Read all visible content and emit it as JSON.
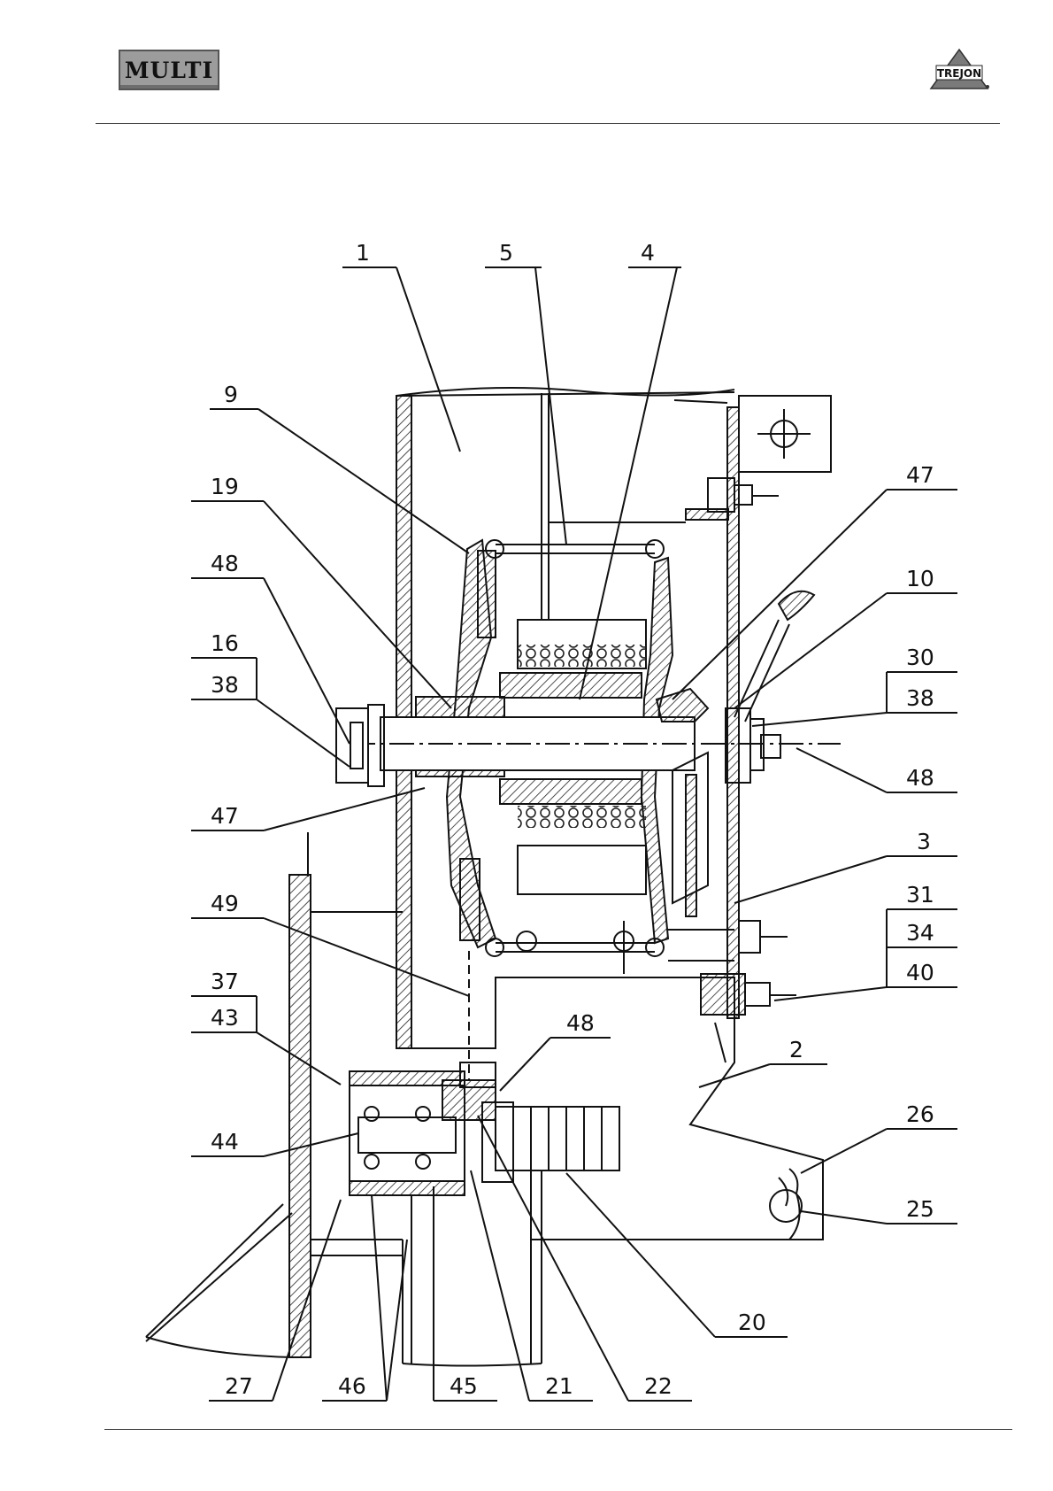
{
  "header": {
    "brand_left": "MULTI",
    "brand_right": "TREJON"
  },
  "callouts": [
    {
      "id": "c1",
      "label": "1"
    },
    {
      "id": "c5",
      "label": "5"
    },
    {
      "id": "c4",
      "label": "4"
    },
    {
      "id": "c9",
      "label": "9"
    },
    {
      "id": "c19",
      "label": "19"
    },
    {
      "id": "c48a",
      "label": "48"
    },
    {
      "id": "c16",
      "label": "16"
    },
    {
      "id": "c38a",
      "label": "38"
    },
    {
      "id": "c47a",
      "label": "47"
    },
    {
      "id": "c49",
      "label": "49"
    },
    {
      "id": "c37",
      "label": "37"
    },
    {
      "id": "c43",
      "label": "43"
    },
    {
      "id": "c44",
      "label": "44"
    },
    {
      "id": "c47b",
      "label": "47"
    },
    {
      "id": "c10",
      "label": "10"
    },
    {
      "id": "c30",
      "label": "30"
    },
    {
      "id": "c38b",
      "label": "38"
    },
    {
      "id": "c48b",
      "label": "48"
    },
    {
      "id": "c3",
      "label": "3"
    },
    {
      "id": "c31",
      "label": "31"
    },
    {
      "id": "c34",
      "label": "34"
    },
    {
      "id": "c40",
      "label": "40"
    },
    {
      "id": "c48c",
      "label": "48"
    },
    {
      "id": "c2",
      "label": "2"
    },
    {
      "id": "c26",
      "label": "26"
    },
    {
      "id": "c25",
      "label": "25"
    },
    {
      "id": "c20",
      "label": "20"
    },
    {
      "id": "c27",
      "label": "27"
    },
    {
      "id": "c46",
      "label": "46"
    },
    {
      "id": "c45",
      "label": "45"
    },
    {
      "id": "c21",
      "label": "21"
    },
    {
      "id": "c22",
      "label": "22"
    }
  ]
}
